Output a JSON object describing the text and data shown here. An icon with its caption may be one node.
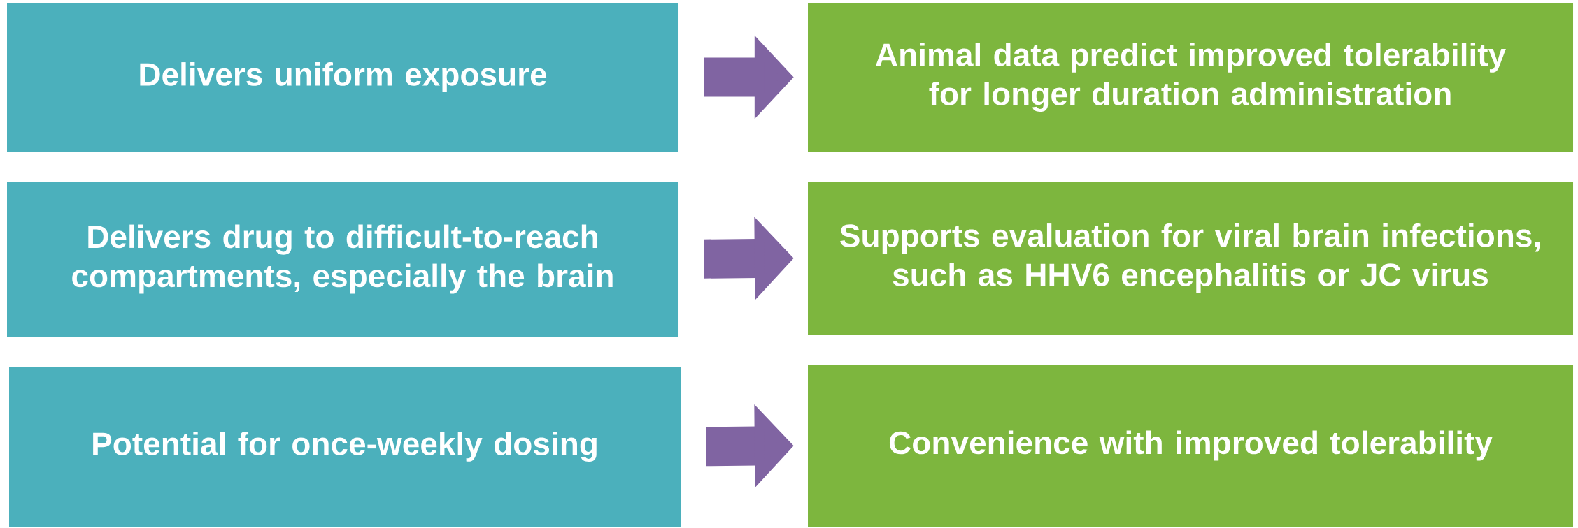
{
  "diagram": {
    "nodes": [
      {
        "text": [
          "Delivers uniform exposure"
        ]
      },
      {
        "text": [
          "Animal data predict improved tolerability for longer duration administration"
        ]
      },
      {
        "text": [
          "Delivers drug to difficult-to-reach compartments, especially the brain"
        ]
      },
      {
        "text": [
          "Supports evaluation for viral brain infections, such as HHV6 encephalitis or JC virus"
        ]
      },
      {
        "text": [
          "Potential for once-weekly dosing"
        ]
      },
      {
        "text": [
          "Convenience with improved tolerability"
        ]
      }
    ],
    "edges": [
      {
        "from": 0,
        "to": 1,
        "arrow": "to"
      },
      {
        "from": 2,
        "to": 3,
        "arrow": "to"
      },
      {
        "from": 4,
        "to": 5,
        "arrow": "to"
      }
    ]
  }
}
